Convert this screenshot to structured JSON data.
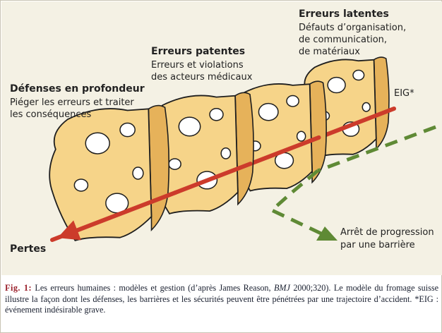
{
  "labels": {
    "latent_title": "Erreurs latentes",
    "latent_sub": [
      "Défauts d’organisation,",
      "de communication,",
      "de matériaux"
    ],
    "patent_title": "Erreurs patentes",
    "patent_sub": [
      "Erreurs et violations",
      "des acteurs médicaux"
    ],
    "defense_title": "Défenses en profondeur",
    "defense_sub": [
      "Piéger les erreurs et traiter",
      "les conséquences"
    ],
    "eig": "EIG*",
    "pertes": "Pertes",
    "arret": [
      "Arrêt de progression",
      "par une barrière"
    ]
  },
  "caption": {
    "fig_label": "Fig. 1:",
    "before_italic": " Les erreurs humaines : modèles et gestion (d’après James Reason, ",
    "italic": "BMJ",
    "after_italic": " 2000;320). Le modèle du fromage suisse illustre la façon dont les défenses, les barrières et les sécurités peuvent être pénétrées par une trajectoire d’accident. *EIG : événement indésirable grave."
  },
  "colors": {
    "background": "#f4f1e4",
    "cheese_face": "#f6d489",
    "cheese_side": "#e6b25a",
    "cheese_top": "#f9e3a6",
    "outline": "#1e1e1e",
    "hole": "#ffffff",
    "arrow": "#cc3b2b",
    "dashed": "#5f8a35",
    "fig_label": "#9a1f2a"
  }
}
